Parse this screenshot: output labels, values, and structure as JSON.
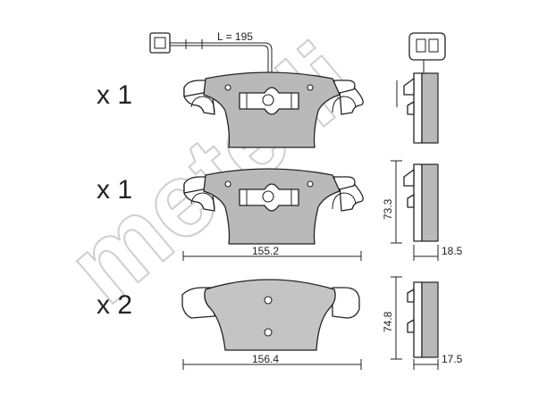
{
  "watermark": "metelli",
  "pads": [
    {
      "quantity": "x 1",
      "wear_sensor_cable": "L = 195"
    },
    {
      "quantity": "x 1",
      "width": "155.2",
      "height": "73.3",
      "thickness": "18.5"
    },
    {
      "quantity": "x 2",
      "width": "156.4",
      "height": "74.8",
      "thickness": "17.5"
    }
  ]
}
